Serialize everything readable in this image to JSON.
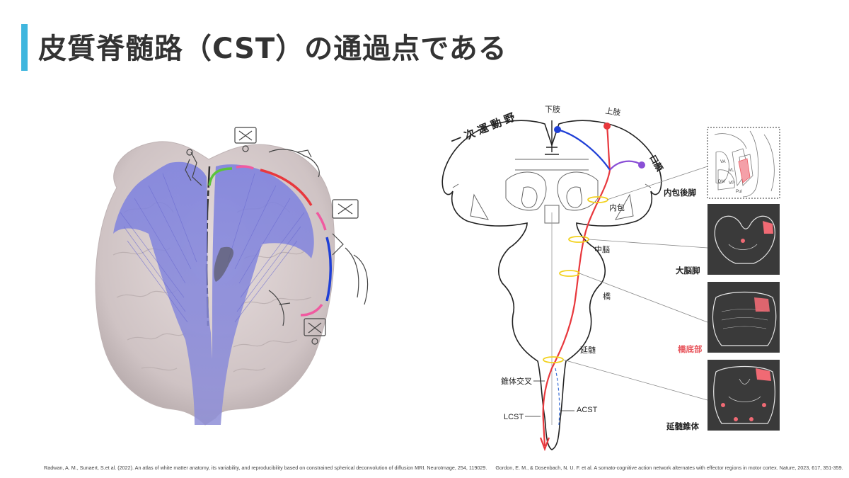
{
  "slide": {
    "title": "皮質脊髄路（CST）の通過点である",
    "accent_color": "#3fb6de"
  },
  "diagram": {
    "cortex_label": "一 次 運 動 野",
    "somatotopy": {
      "lower_limb": "下肢",
      "upper_limb": "上肢",
      "face": "口顔"
    },
    "levels": {
      "internal_capsule": "内包",
      "midbrain": "中脳",
      "pons": "橋",
      "medulla": "延髄",
      "decussation": "錐体交叉",
      "lcst": "LCST",
      "acst": "ACST"
    },
    "insets": {
      "internal_capsule_posterior_limb": "内包後脚",
      "cerebral_peduncle": "大脳脚",
      "basilar_pons": "橋底部",
      "medullary_pyramid": "延髄錐体"
    },
    "inset_thalamus_labels": [
      "VA",
      "VL",
      "DM",
      "VP",
      "Pul"
    ],
    "colors": {
      "tract": "#e8383d",
      "lower_limb": "#1f3fd6",
      "upper_limb": "#e8383d",
      "face": "#8a4fd6",
      "highlight_label": "#e8585f",
      "ring": "#f2d21f",
      "fiber": "#7f7fd9",
      "brain": "#d9cfd0"
    }
  },
  "references": [
    "Radwan, A. M., Sunaert, S.et al. (2022). An atlas of white matter anatomy, its variability, and reproducibility based on constrained spherical deconvolution of diffusion MRI. NeuroImage, 254, 119029.",
    "Gordon, E. M., & Dosenbach, N. U. F. et al. A somato-cognitive action network alternates with effector regions in motor cortex. Nature, 2023, 617, 351-359."
  ]
}
